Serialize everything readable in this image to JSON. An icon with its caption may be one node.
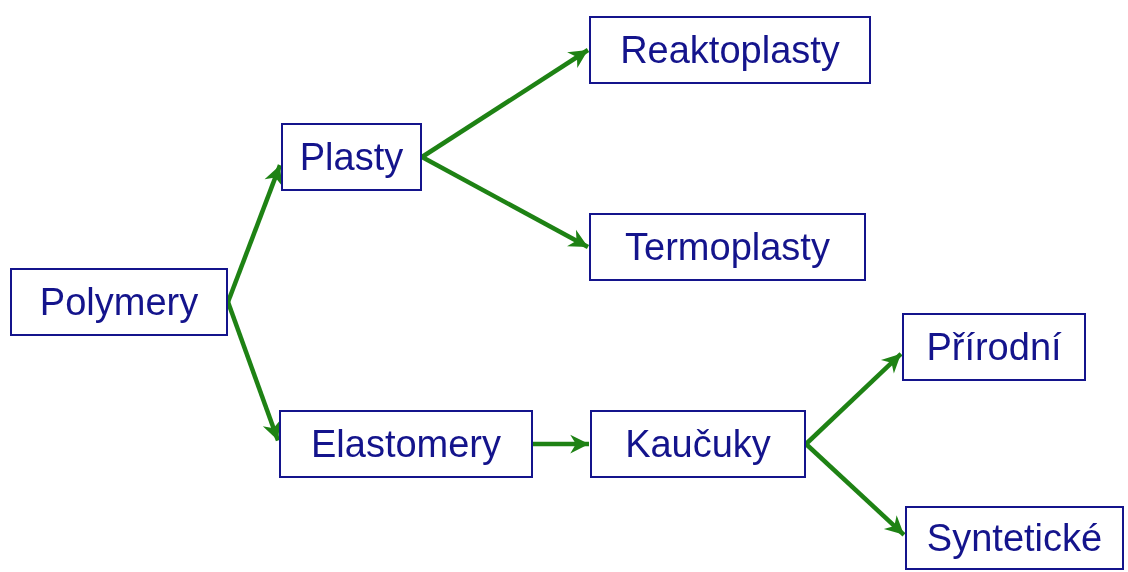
{
  "diagram": {
    "nodes": [
      {
        "text": [
          "Polymery"
        ]
      },
      {
        "text": [
          "Plasty"
        ]
      },
      {
        "text": [
          "Reaktoplasty"
        ]
      },
      {
        "text": [
          "Termoplasty"
        ]
      },
      {
        "text": [
          "Elastomery"
        ]
      },
      {
        "text": [
          "Kaučuky"
        ]
      },
      {
        "text": [
          "Přírodní"
        ]
      },
      {
        "text": [
          "Syntetické"
        ]
      }
    ],
    "edges": [
      {
        "from": 0,
        "to": 1,
        "arrow": "to"
      },
      {
        "from": 0,
        "to": 4,
        "arrow": "to"
      },
      {
        "from": 1,
        "to": 2,
        "arrow": "to"
      },
      {
        "from": 1,
        "to": 3,
        "arrow": "to"
      },
      {
        "from": 4,
        "to": 5,
        "arrow": "to"
      },
      {
        "from": 5,
        "to": 6,
        "arrow": "to"
      },
      {
        "from": 5,
        "to": 7,
        "arrow": "to"
      }
    ]
  }
}
